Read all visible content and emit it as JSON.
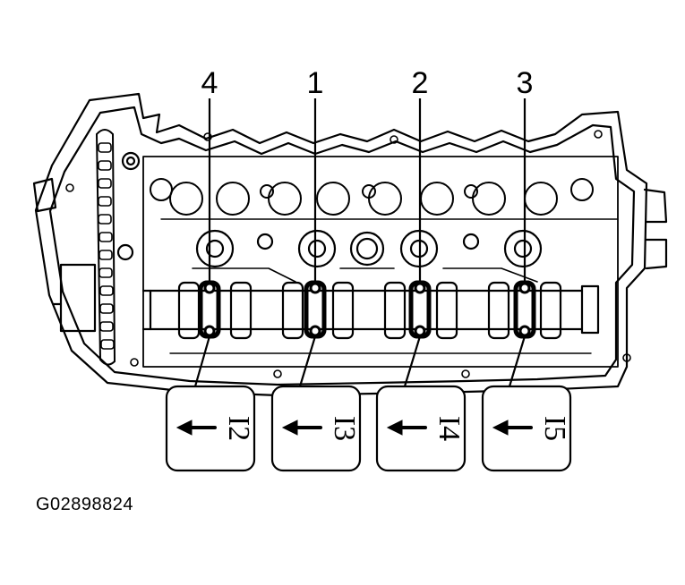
{
  "diagram": {
    "cap_numbers": [
      "4",
      "1",
      "2",
      "3"
    ],
    "cap_tags": [
      "I2",
      "I3",
      "I4",
      "I5"
    ],
    "tag_arrow_icon": "left-arrow-icon",
    "caption": "G02898824",
    "colors": {
      "ink": "#000000",
      "paper": "#ffffff"
    }
  }
}
